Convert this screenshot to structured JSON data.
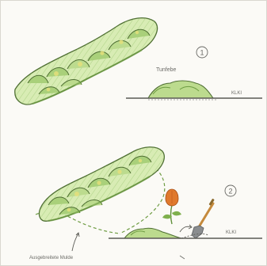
{
  "panel_1": {
    "step_number": "1",
    "bed_label": "Tunfebe",
    "ground_label": "KLKI"
  },
  "panel_2": {
    "step_number": "2",
    "ground_label": "KLKI",
    "bottom_caption": "Ausgebreitete Mulde"
  },
  "colors": {
    "foliage_light": "#d8ecb4",
    "foliage_mid": "#a9d07a",
    "foliage_dark": "#6e9c43",
    "outline": "#4f6f33",
    "ground": "#5b5b55",
    "flower": "#e0792d",
    "shovel_handle": "#c58a3c",
    "shovel_blade": "#8a8d8f"
  }
}
